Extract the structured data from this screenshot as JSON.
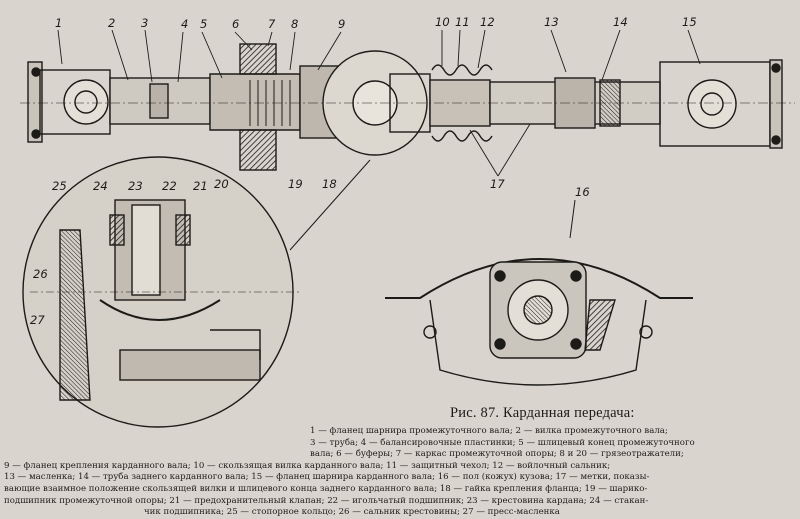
{
  "caption": "Рис. 87. Карданная передача:",
  "callouts": [
    "1",
    "2",
    "3",
    "4",
    "5",
    "6",
    "7",
    "8",
    "9",
    "10",
    "11",
    "12",
    "13",
    "14",
    "15",
    "16",
    "17",
    "18",
    "19",
    "20",
    "21",
    "22",
    "23",
    "24",
    "25",
    "26",
    "27"
  ],
  "legend_lines": [
    "1 — фланец шарнира промежуточного вала; 2 — вилка промежуточного вала;",
    "3 — труба; 4 — балансировочные пластинки; 5 — шлицевый конец промежуточного",
    "вала; 6 — буферы; 7 — каркас промежуточной опоры; 8 и 20 — грязеотражатели;",
    "9 — фланец крепления карданного вала; 10 — скользящая вилка карданного вала; 11 — защитный чехол; 12 — войлочный сальник;",
    "13 — масленка; 14 — труба заднего карданного вала; 15 — фланец шарнира карданного вала; 16 — пол (кожух) кузова; 17 — метки, показы-",
    "вающие взаимное положение скользящей вилки и шлицевого конца заднего карданного вала; 18 — гайка крепления фланца; 19 — шарико-",
    "подшипник промежуточной опоры; 21 — предохранительный клапан; 22 — игольчатый подшипник; 23 — крестовина кардана; 24 — стакан-",
    "чик подшипника; 25 — стопорное кольцо; 26 — сальник крестовины; 27 — пресс-масленка"
  ]
}
